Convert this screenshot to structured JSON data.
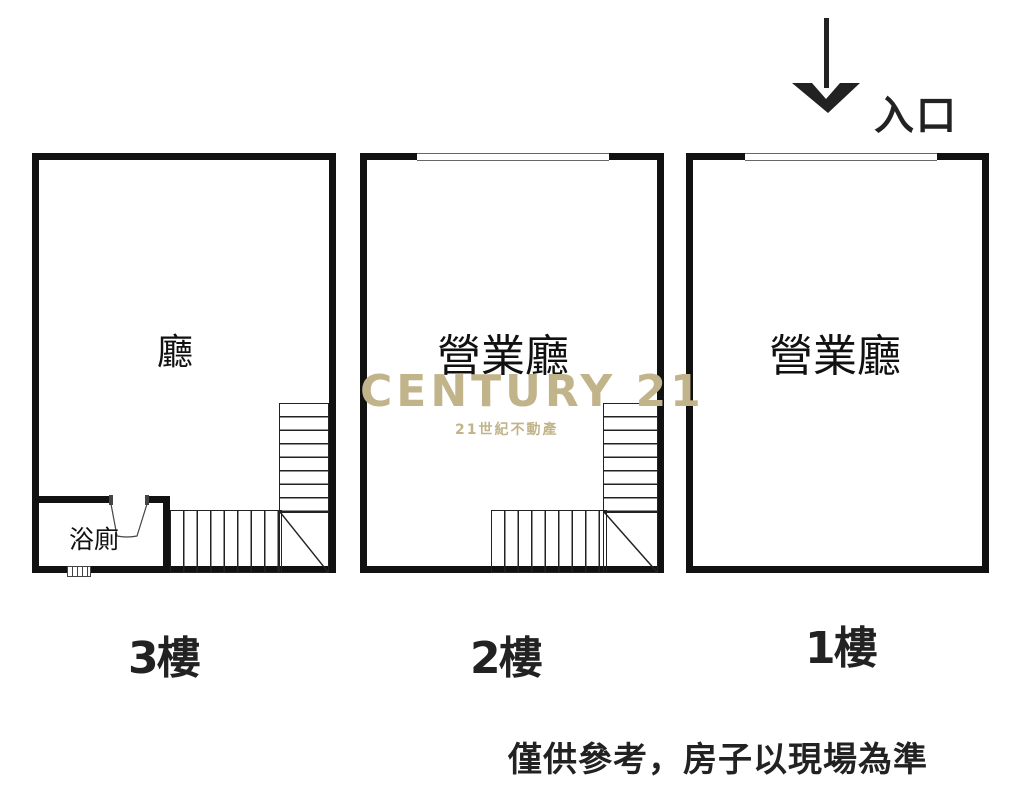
{
  "entrance": {
    "label": "入口",
    "icon": "down-arrow-icon"
  },
  "floors": [
    {
      "id": "3F",
      "label": "3樓",
      "rooms": [
        {
          "name": "廳"
        },
        {
          "name": "浴廁"
        }
      ]
    },
    {
      "id": "2F",
      "label": "2樓",
      "rooms": [
        {
          "name": "營業廳"
        }
      ]
    },
    {
      "id": "1F",
      "label": "1樓",
      "rooms": [
        {
          "name": "營業廳"
        }
      ]
    }
  ],
  "watermark": {
    "brand": "CENTURY 21",
    "subtitle": "21世紀不動產",
    "color": "#c2b48a"
  },
  "disclaimer": "僅供參考，房子以現場為準"
}
